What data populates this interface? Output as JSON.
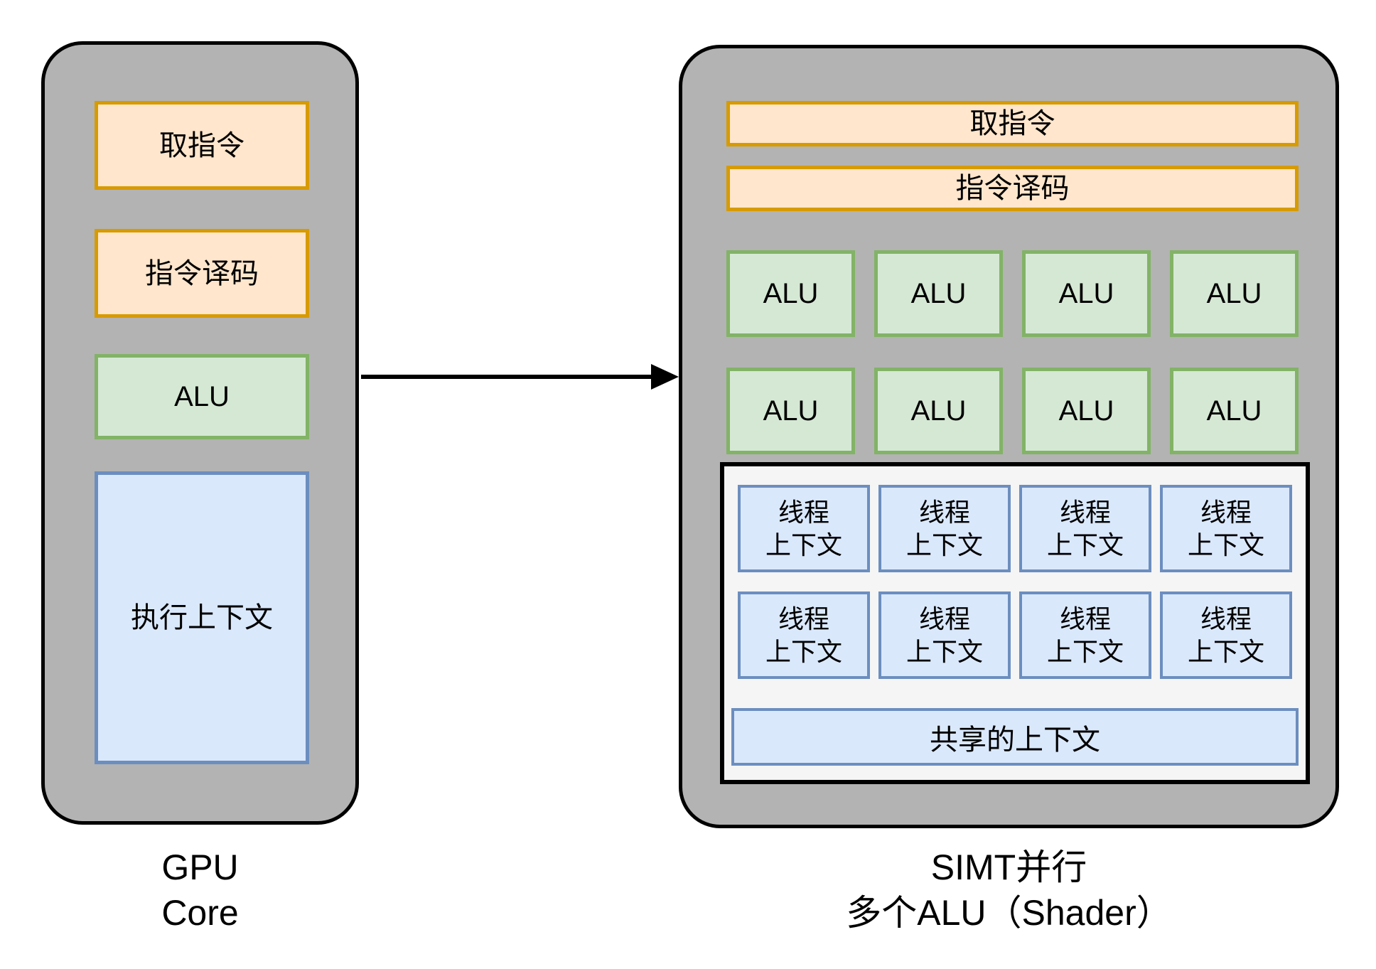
{
  "left_panel": {
    "fetch": "取指令",
    "decode": "指令译码",
    "alu": "ALU",
    "exec_context": "执行上下文",
    "caption_line1": "GPU",
    "caption_line2": "Core"
  },
  "right_panel": {
    "fetch": "取指令",
    "decode": "指令译码",
    "alu": "ALU",
    "alu_grid": {
      "rows": 2,
      "cols": 4
    },
    "thread_context_line1": "线程",
    "thread_context_line2": "上下文",
    "thread_grid": {
      "rows": 2,
      "cols": 4
    },
    "shared_context": "共享的上下文",
    "caption_line1": "SIMT并行",
    "caption_line2": "多个ALU（Shader）"
  },
  "colors": {
    "panel_gray_fill": "#B3B3B3",
    "panel_border": "#000000",
    "orange_fill": "#FFE6CC",
    "orange_border": "#D79B00",
    "green_fill": "#D5E8D4",
    "green_border": "#82B366",
    "blue_fill": "#DAE8FC",
    "blue_border": "#6C8EBF",
    "context_box_fill": "#F5F5F5",
    "arrow": "#000000"
  }
}
